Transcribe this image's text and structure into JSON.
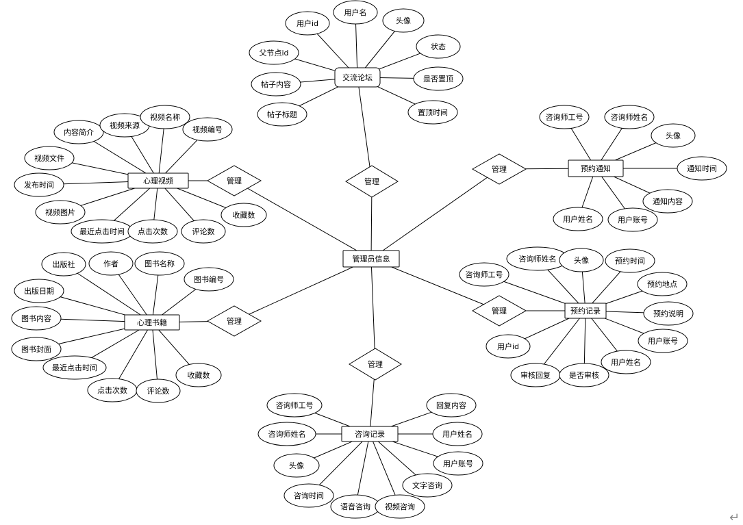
{
  "entities": [
    {
      "id": "admin",
      "label": "管理员信息"
    },
    {
      "id": "forum",
      "label": "交流论坛"
    },
    {
      "id": "video",
      "label": "心理视频"
    },
    {
      "id": "book",
      "label": "心理书籍"
    },
    {
      "id": "notice",
      "label": "预约通知"
    },
    {
      "id": "appt",
      "label": "预约记录"
    },
    {
      "id": "consult",
      "label": "咨询记录"
    }
  ],
  "relationships": [
    {
      "id": "r_forum",
      "label": "管理"
    },
    {
      "id": "r_video",
      "label": "管理"
    },
    {
      "id": "r_book",
      "label": "管理"
    },
    {
      "id": "r_notice",
      "label": "管理"
    },
    {
      "id": "r_appt",
      "label": "管理"
    },
    {
      "id": "r_consult",
      "label": "管理"
    }
  ],
  "attributes": {
    "forum": [
      "用户id",
      "用户名",
      "头像",
      "状态",
      "是否置顶",
      "置顶时间",
      "帖子标题",
      "帖子内容",
      "父节点id"
    ],
    "video": [
      "内容简介",
      "视频来源",
      "视频名称",
      "视频编号",
      "视频文件",
      "发布时间",
      "视频图片",
      "最近点击时间",
      "点击次数",
      "评论数",
      "收藏数"
    ],
    "book": [
      "出版社",
      "作者",
      "图书名称",
      "图书编号",
      "出版日期",
      "图书内容",
      "图书封面",
      "最近点击时间",
      "点击次数",
      "评论数",
      "收藏数"
    ],
    "notice": [
      "咨询师工号",
      "咨询师姓名",
      "头像",
      "通知时间",
      "通知内容",
      "用户账号",
      "用户姓名"
    ],
    "appt": [
      "咨询师姓名",
      "头像",
      "预约时间",
      "咨询师工号",
      "预约地点",
      "预约说明",
      "用户账号",
      "用户id",
      "用户姓名",
      "审核回复",
      "是否审核"
    ],
    "consult": [
      "咨询师工号",
      "咨询师姓名",
      "头像",
      "咨询时间",
      "语音咨询",
      "视频咨询",
      "文字咨询",
      "用户账号",
      "用户姓名",
      "回复内容"
    ]
  },
  "paragraph_mark": "↵"
}
